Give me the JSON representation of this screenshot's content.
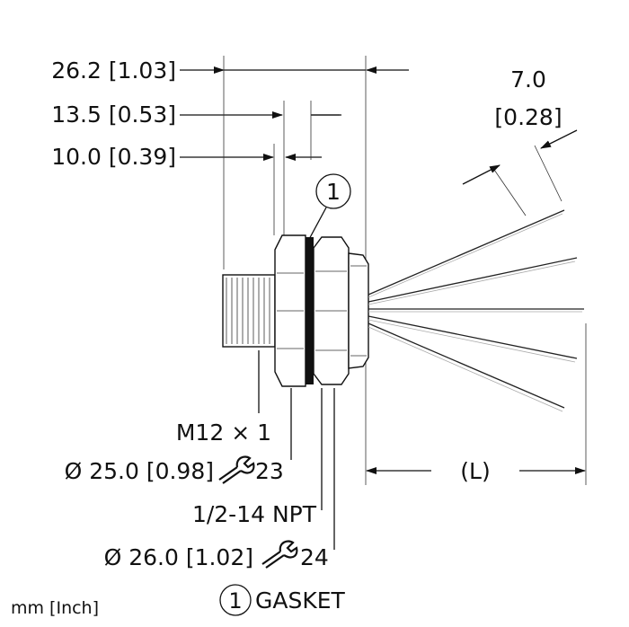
{
  "dimensions": {
    "overall_length": "26.2 [1.03]",
    "body_length": "13.5 [0.53]",
    "thread_length": "10.0 [0.39]",
    "wire_strip": "7.0",
    "wire_strip_inch": "[0.28]",
    "cable_length": "(L)"
  },
  "callouts": {
    "gasket_number": "1",
    "thread": "M12 × 1",
    "nut_diameter": "Ø 25.0 [0.98]",
    "nut_wrench_size": "23",
    "npt_thread": "1/2-14 NPT",
    "body_diameter": "Ø 26.0 [1.02]",
    "body_wrench_size": "24"
  },
  "legend": {
    "gasket_number": "1",
    "gasket_label": "GASKET"
  },
  "units_note": "mm [Inch]",
  "icons": [
    "wrench-icon"
  ]
}
